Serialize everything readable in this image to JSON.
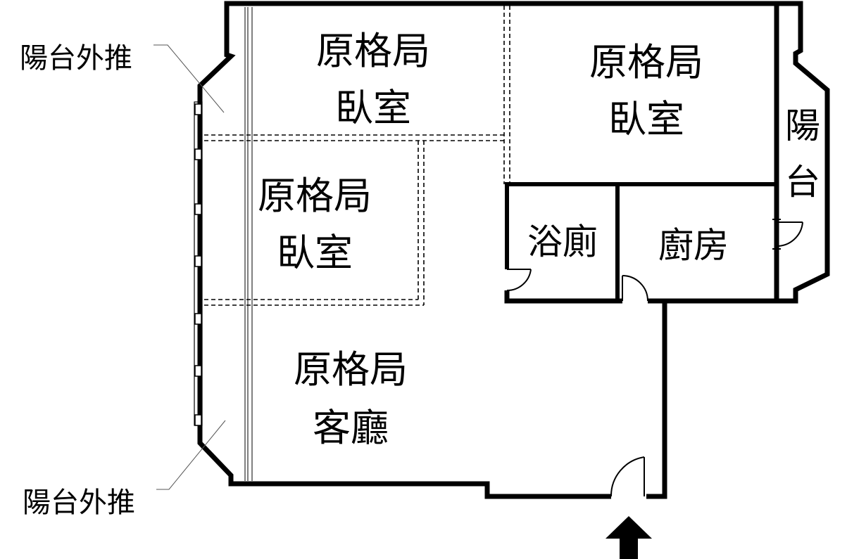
{
  "rooms": {
    "bedroom_top_left": {
      "line1": "原格局",
      "line2": "臥室"
    },
    "bedroom_top_right": {
      "line1": "原格局",
      "line2": "臥室"
    },
    "bedroom_middle": {
      "line1": "原格局",
      "line2": "臥室"
    },
    "living_room": {
      "line1": "原格局",
      "line2": "客廳"
    },
    "bathroom": {
      "label": "浴廁"
    },
    "kitchen": {
      "label": "廚房"
    },
    "balcony_right": {
      "char1": "陽",
      "char2": "台"
    }
  },
  "callouts": {
    "top": "陽台外推",
    "bottom": "陽台外推"
  },
  "entrance": {
    "icon": "entrance-arrow-icon"
  },
  "colors": {
    "wall": "#000000",
    "background": "#ffffff"
  }
}
